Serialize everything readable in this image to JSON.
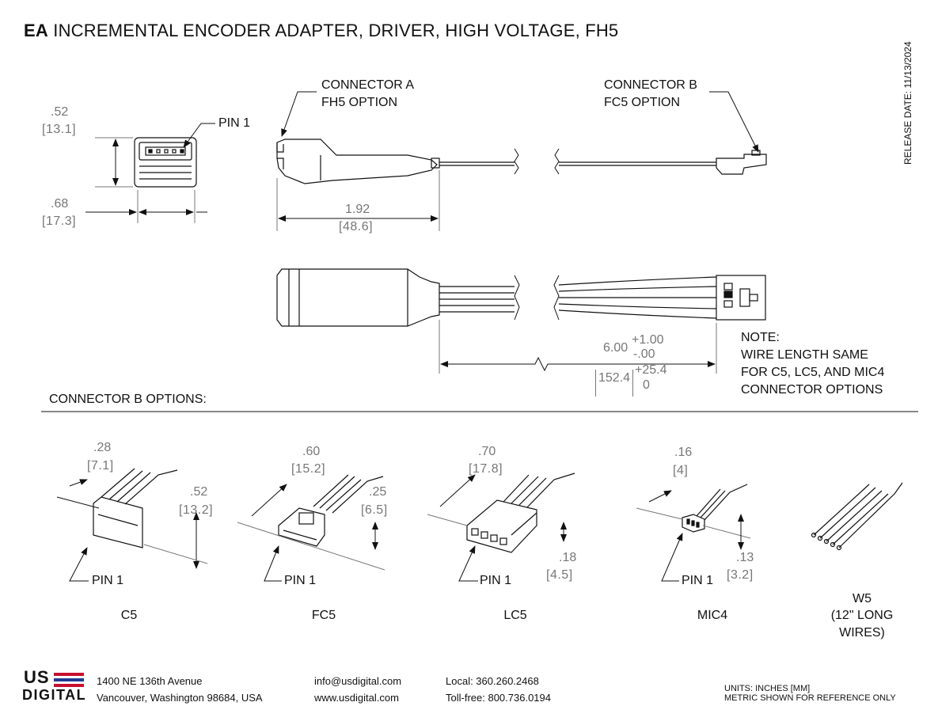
{
  "title": {
    "bold": "EA",
    "rest": " INCREMENTAL ENCODER ADAPTER, DRIVER, HIGH VOLTAGE, FH5"
  },
  "release_date": "RELEASE DATE: 11/13/2024",
  "callouts": {
    "pin1": "PIN 1",
    "connector_a": [
      "CONNECTOR A",
      "FH5 OPTION"
    ],
    "connector_b": [
      "CONNECTOR B",
      "FC5 OPTION"
    ]
  },
  "dims": {
    "height_in": ".52",
    "height_mm": "[13.1]",
    "width_in": ".68",
    "width_mm": "[17.3]",
    "length_in": "1.92",
    "length_mm": "[48.6]",
    "wire_in": "6.00",
    "wire_in_plus": "+1.00",
    "wire_in_minus": "-.00",
    "wire_mm": "152.4",
    "wire_mm_plus": "+25.4",
    "wire_mm_minus": "0"
  },
  "note": [
    "NOTE:",
    "WIRE LENGTH SAME",
    "FOR C5, LC5, AND MIC4",
    "CONNECTOR OPTIONS"
  ],
  "options_heading": "CONNECTOR B OPTIONS:",
  "options": [
    {
      "name": "C5",
      "d1_in": ".28",
      "d1_mm": "[7.1]",
      "d2_in": ".52",
      "d2_mm": "[13.2]"
    },
    {
      "name": "FC5",
      "d1_in": ".60",
      "d1_mm": "[15.2]",
      "d2_in": ".25",
      "d2_mm": "[6.5]"
    },
    {
      "name": "LC5",
      "d1_in": ".70",
      "d1_mm": "[17.8]",
      "d2_in": ".18",
      "d2_mm": "[4.5]"
    },
    {
      "name": "MIC4",
      "d1_in": ".16",
      "d1_mm": "[4]",
      "d2_in": ".13",
      "d2_mm": "[3.2]"
    },
    {
      "name": "W5",
      "line2": "(12\" LONG",
      "line3": "WIRES)"
    }
  ],
  "footer": {
    "logo_top": "US",
    "logo_bottom": "DIGITAL",
    "address1": "1400 NE 136th Avenue",
    "address2": "Vancouver, Washington 98684, USA",
    "email": "info@usdigital.com",
    "web": "www.usdigital.com",
    "local": "Local: 360.260.2468",
    "tollfree": "Toll-free: 800.736.0194",
    "units1": "UNITS: INCHES [MM]",
    "units2": "METRIC SHOWN FOR REFERENCE ONLY"
  },
  "colors": {
    "line": "#111111",
    "dim": "#777777",
    "flag_red": "#c8102e",
    "flag_blue": "#1f3a93"
  }
}
